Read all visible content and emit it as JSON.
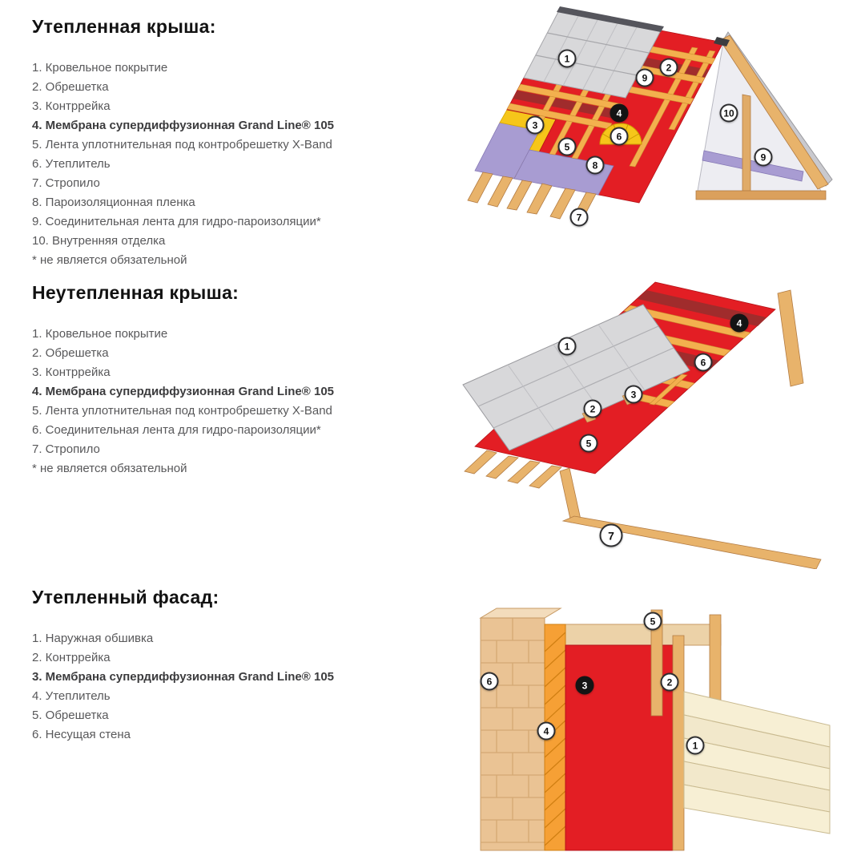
{
  "sections": [
    {
      "heading": "Утепленная крыша:",
      "items": [
        "1. Кровельное покрытие",
        "2. Обрешетка",
        "3. Контррейка",
        "4. Мембрана супердиффузионная Grand Line® 105",
        "5. Лента уплотнительная под контробрешетку X-Band",
        "6. Утеплитель",
        "7. Стропило",
        "8. Пароизоляционная пленка",
        "9. Соединительная лента для гидро-пароизоляции*",
        "10. Внутренняя отделка"
      ],
      "footnote": "* не является обязательной"
    },
    {
      "heading": "Неутепленная крыша:",
      "items": [
        "1. Кровельное покрытие",
        "2. Обрешетка",
        "3. Контррейка",
        "4. Мембрана супердиффузионная Grand Line® 105",
        "5. Лента уплотнительная под контробрешетку X-Band",
        "6. Соединительная лента для гидро-пароизоляции*",
        "7. Стропило"
      ],
      "footnote": "* не является обязательной"
    },
    {
      "heading": "Утепленный фасад:",
      "items": [
        "1. Наружная обшивка",
        "2. Контррейка",
        "3. Мембрана супердиффузионная Grand Line® 105",
        "4. Утеплитель",
        "5. Обрешетка",
        "6. Несущая стена"
      ]
    }
  ],
  "diagrams": {
    "roof_insulated": {
      "callouts": [
        "1",
        "2",
        "9",
        "3",
        "4",
        "6",
        "5",
        "8",
        "10",
        "9",
        "7"
      ]
    },
    "roof_uninsulated": {
      "callouts": [
        "4",
        "1",
        "6",
        "3",
        "2",
        "5",
        "7"
      ]
    },
    "facade": {
      "callouts": [
        "5",
        "6",
        "3",
        "2",
        "4",
        "1"
      ]
    }
  },
  "colors": {
    "membrane_red": "#e31e24",
    "roofing_gray": "#d8d8da",
    "wood_tan": "#e8b36b",
    "batten_orange": "#f3b04e",
    "vapor_film_purple": "#a89cd2",
    "insulation_yellow": "#f6c61a",
    "facade_insulation_orange": "#f6a035",
    "siding_cream": "#f7efd4",
    "wall_tan": "#eac394",
    "callout_dark": "#141414"
  }
}
